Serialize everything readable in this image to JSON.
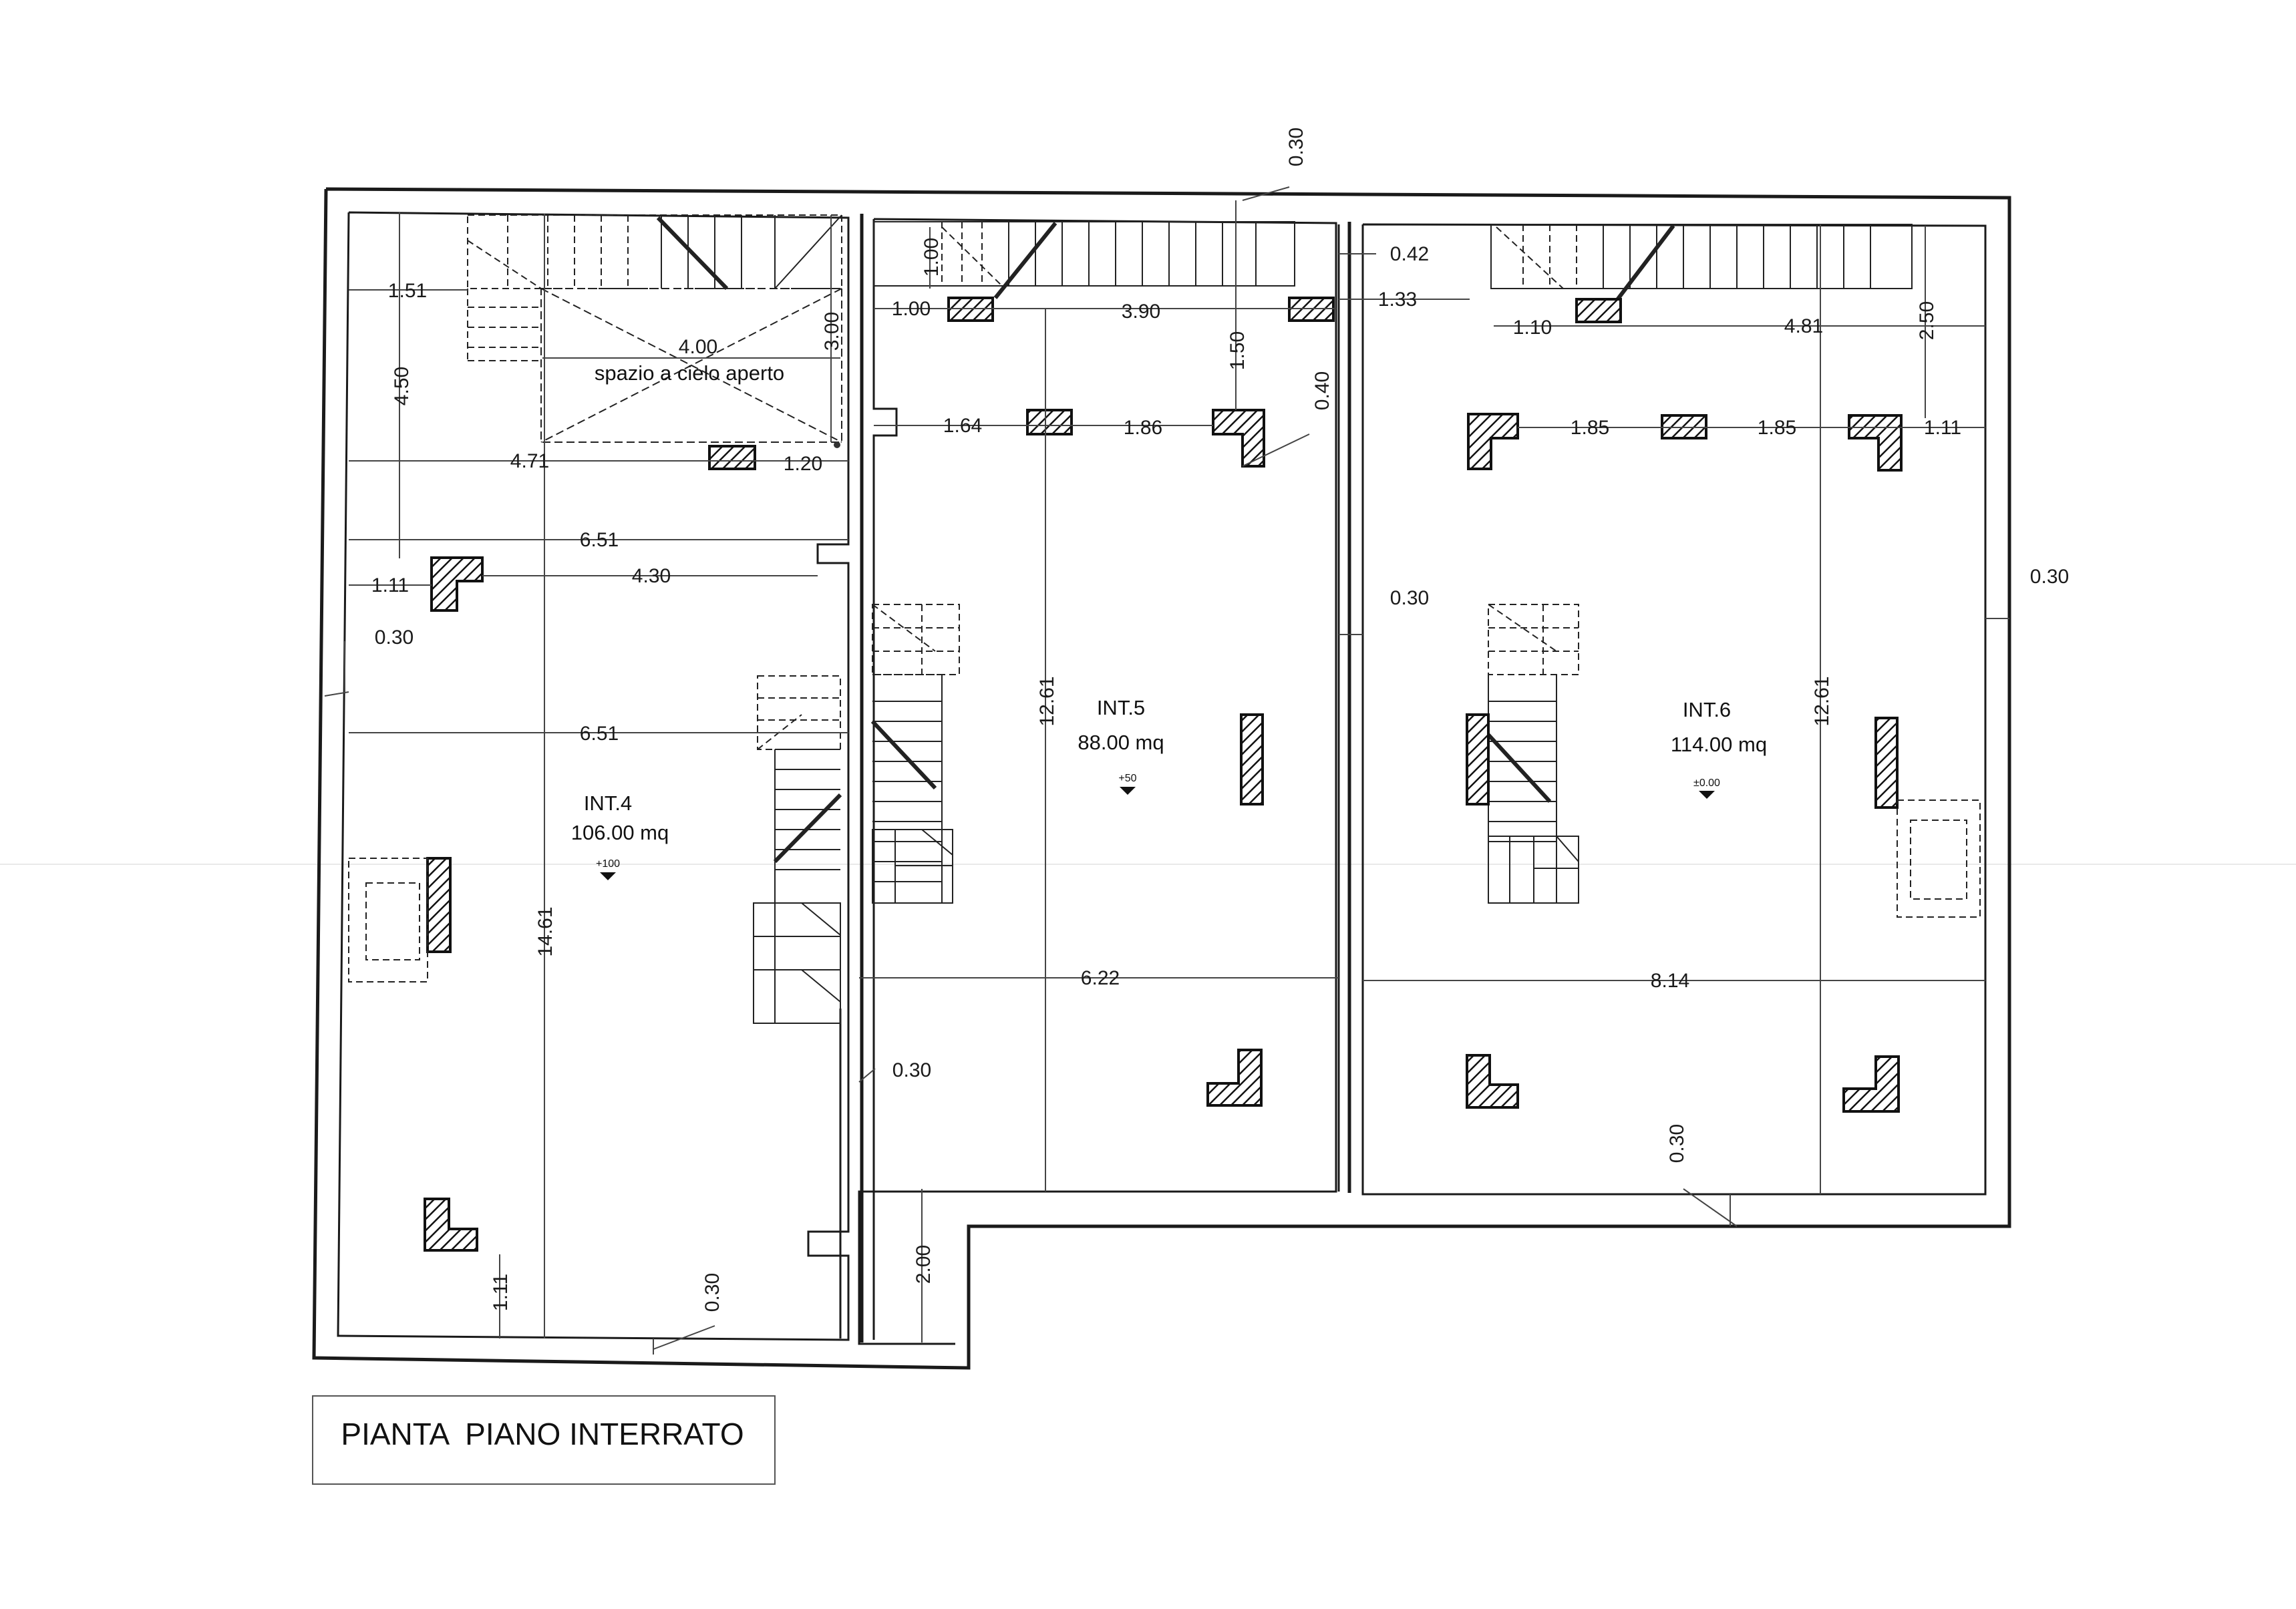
{
  "plan": {
    "title": "PIANTA  PIANO INTERRATO",
    "open_space_label": "spazio a cielo aperto",
    "units": [
      {
        "name": "INT.4",
        "area": "106.00 mq",
        "level": "+100"
      },
      {
        "name": "INT.5",
        "area": "88.00 mq",
        "level": "+50"
      },
      {
        "name": "INT.6",
        "area": "114.00 mq",
        "level": "±0.00"
      }
    ],
    "dimensions": {
      "d1": "0.30",
      "d2": "1.51",
      "d3": "4.00",
      "d4": "3.00",
      "d5": "4.50",
      "d6": "4.71",
      "d7": "1.20",
      "d8": "6.51",
      "d9": "1.11",
      "d10": "4.30",
      "d11": "0.30",
      "d12": "6.51",
      "d13": "14.61",
      "d14": "1.11",
      "d15": "0.30",
      "d16": "1.00",
      "d17": "1.00",
      "d18": "3.90",
      "d19": "1.50",
      "d20": "1.64",
      "d21": "1.86",
      "d22": "0.40",
      "d23": "12.61",
      "d24": "6.22",
      "d25": "0.30",
      "d26": "2.00",
      "d27": "0.42",
      "d28": "1.33",
      "d29": "1.10",
      "d30": "4.81",
      "d31": "2.50",
      "d32": "1.85",
      "d33": "1.85",
      "d34": "1.11",
      "d35": "0.30",
      "d36": "0.30",
      "d37": "12.61",
      "d38": "8.14",
      "d39": "0.30"
    }
  }
}
